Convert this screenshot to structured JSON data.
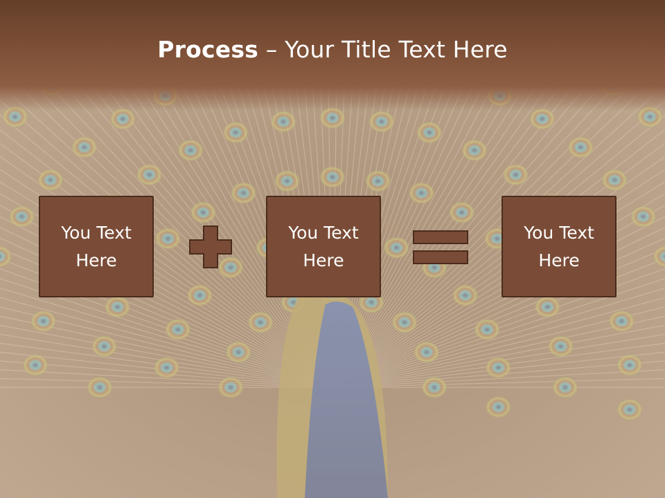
{
  "slide": {
    "title_bold": "Process",
    "title_rest": " – Your Title Text Here",
    "boxes": [
      {
        "line1": "You Text",
        "line2": "Here"
      },
      {
        "line1": "You Text",
        "line2": "Here"
      },
      {
        "line1": "You Text",
        "line2": "Here"
      }
    ],
    "operators": [
      "plus-icon",
      "equals-icon"
    ]
  },
  "colors": {
    "title_band": "#7d5037",
    "box_fill": "#7a4c37",
    "box_border": "#4a2b1c",
    "operator_fill": "#7a4c37",
    "text": "#ffffff"
  },
  "background": "peacock-feathers-photo"
}
